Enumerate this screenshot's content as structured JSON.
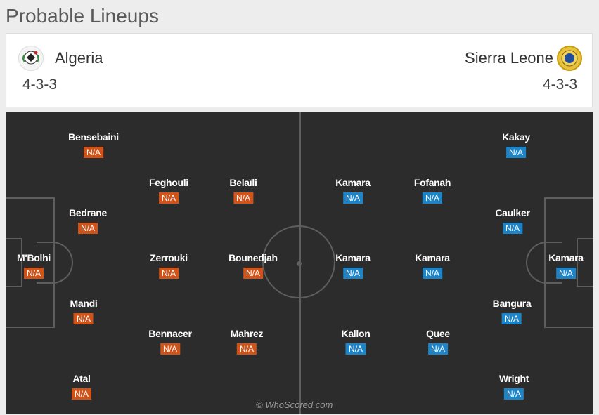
{
  "page": {
    "title": "Probable Lineups"
  },
  "home_team": {
    "name": "Algeria",
    "formation": "4-3-3"
  },
  "away_team": {
    "name": "Sierra Leone",
    "formation": "4-3-3"
  },
  "pitch": {
    "watermark": "© WhoScored.com"
  },
  "players": {
    "home": [
      {
        "name": "Bensebaini",
        "rating": "N/A"
      },
      {
        "name": "Feghouli",
        "rating": "N/A"
      },
      {
        "name": "Belaïli",
        "rating": "N/A"
      },
      {
        "name": "Bedrane",
        "rating": "N/A"
      },
      {
        "name": "M'Bolhi",
        "rating": "N/A"
      },
      {
        "name": "Zerrouki",
        "rating": "N/A"
      },
      {
        "name": "Bounedjah",
        "rating": "N/A"
      },
      {
        "name": "Mandi",
        "rating": "N/A"
      },
      {
        "name": "Bennacer",
        "rating": "N/A"
      },
      {
        "name": "Mahrez",
        "rating": "N/A"
      },
      {
        "name": "Atal",
        "rating": "N/A"
      }
    ],
    "away": [
      {
        "name": "Kakay",
        "rating": "N/A"
      },
      {
        "name": "Kamara",
        "rating": "N/A"
      },
      {
        "name": "Fofanah",
        "rating": "N/A"
      },
      {
        "name": "Caulker",
        "rating": "N/A"
      },
      {
        "name": "Kamara",
        "rating": "N/A"
      },
      {
        "name": "Kamara",
        "rating": "N/A"
      },
      {
        "name": "Kamara",
        "rating": "N/A"
      },
      {
        "name": "Bangura",
        "rating": "N/A"
      },
      {
        "name": "Kallon",
        "rating": "N/A"
      },
      {
        "name": "Quee",
        "rating": "N/A"
      },
      {
        "name": "Wright",
        "rating": "N/A"
      }
    ]
  },
  "colors": {
    "home_badge": "#d0531a",
    "away_badge": "#1c84c7",
    "pitch": "#2c2c2c"
  },
  "icons": {
    "home_logo": "algeria-crest-icon",
    "away_logo": "slafa-crest-icon"
  }
}
